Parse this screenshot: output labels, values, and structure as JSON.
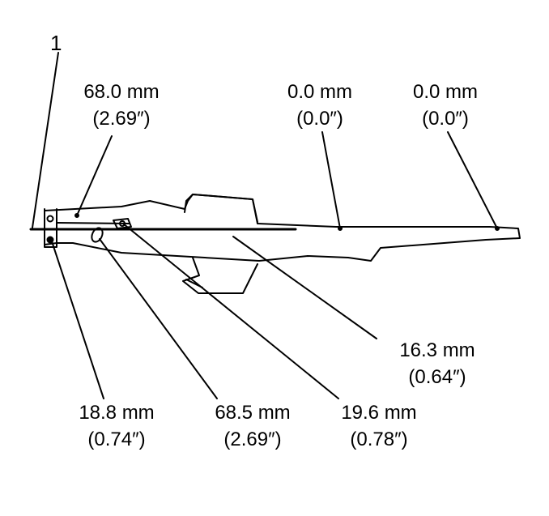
{
  "callouts": {
    "part_number": "1"
  },
  "dimensions": [
    {
      "id": "d1",
      "mm": "68.0 mm",
      "inch": "(2.69″)"
    },
    {
      "id": "d2",
      "mm": "0.0 mm",
      "inch": "(0.0″)"
    },
    {
      "id": "d3",
      "mm": "0.0 mm",
      "inch": "(0.0″)"
    },
    {
      "id": "d4",
      "mm": "16.3 mm",
      "inch": "(0.64″)"
    },
    {
      "id": "d5",
      "mm": "18.8 mm",
      "inch": "(0.74″)"
    },
    {
      "id": "d6",
      "mm": "68.5 mm",
      "inch": "(2.69″)"
    },
    {
      "id": "d7",
      "mm": "19.6 mm",
      "inch": "(0.78″)"
    }
  ],
  "colors": {
    "line": "#000000",
    "background": "#ffffff"
  }
}
